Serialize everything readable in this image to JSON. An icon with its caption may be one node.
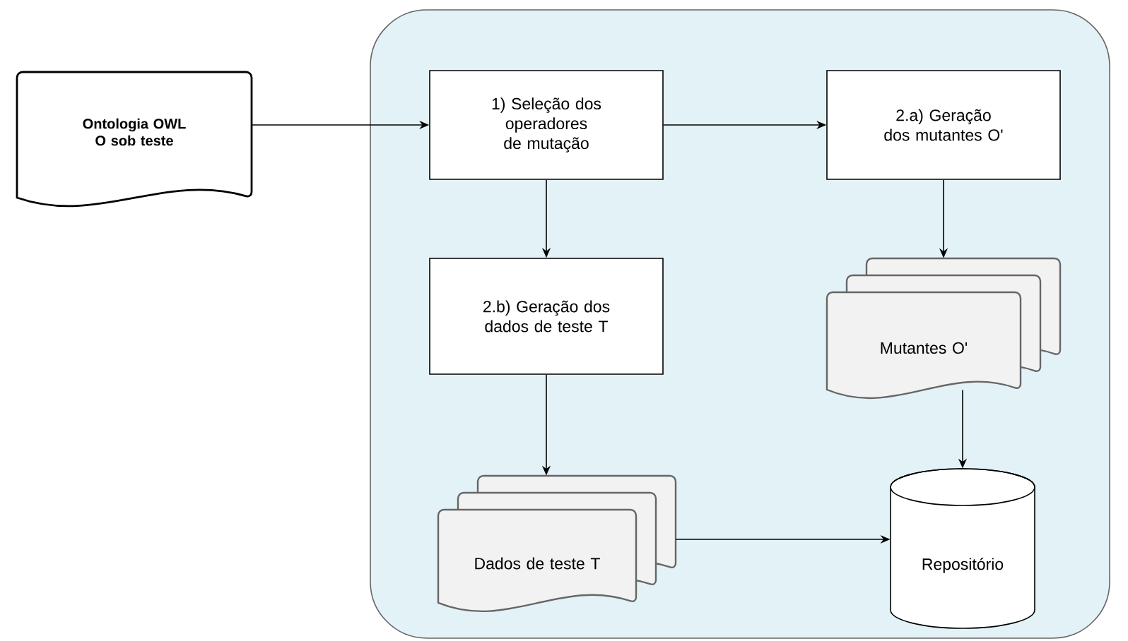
{
  "diagram": {
    "nodes": [
      {
        "text": [],
        "shape": "box"
      },
      {
        "text": [
          "Ontologia OWL O sob teste"
        ]
      },
      {
        "text": [
          "1) Seleção dos operadores de mutação"
        ],
        "in": 0
      },
      {
        "text": [
          "2.a) Geração dos mutantes O'"
        ],
        "in": 0
      },
      {
        "text": [
          "2.b) Geração dos dados de teste T"
        ],
        "in": 0
      },
      {
        "text": [
          "Mutantes O'"
        ],
        "in": 0
      },
      {
        "text": [
          "Dados de teste T"
        ],
        "in": 0
      },
      {
        "text": [
          "Repositório"
        ],
        "in": 0
      }
    ],
    "edges": [
      {
        "from": 1,
        "to": 2,
        "arrow": "to"
      },
      {
        "from": 2,
        "to": 3,
        "arrow": "to"
      },
      {
        "from": 2,
        "to": 4,
        "arrow": "to"
      },
      {
        "from": 3,
        "to": 5,
        "arrow": "to"
      },
      {
        "from": 4,
        "to": 6,
        "arrow": "to"
      },
      {
        "from": 5,
        "to": 7,
        "arrow": "to"
      },
      {
        "from": 6,
        "to": 7,
        "arrow": "to"
      }
    ]
  }
}
